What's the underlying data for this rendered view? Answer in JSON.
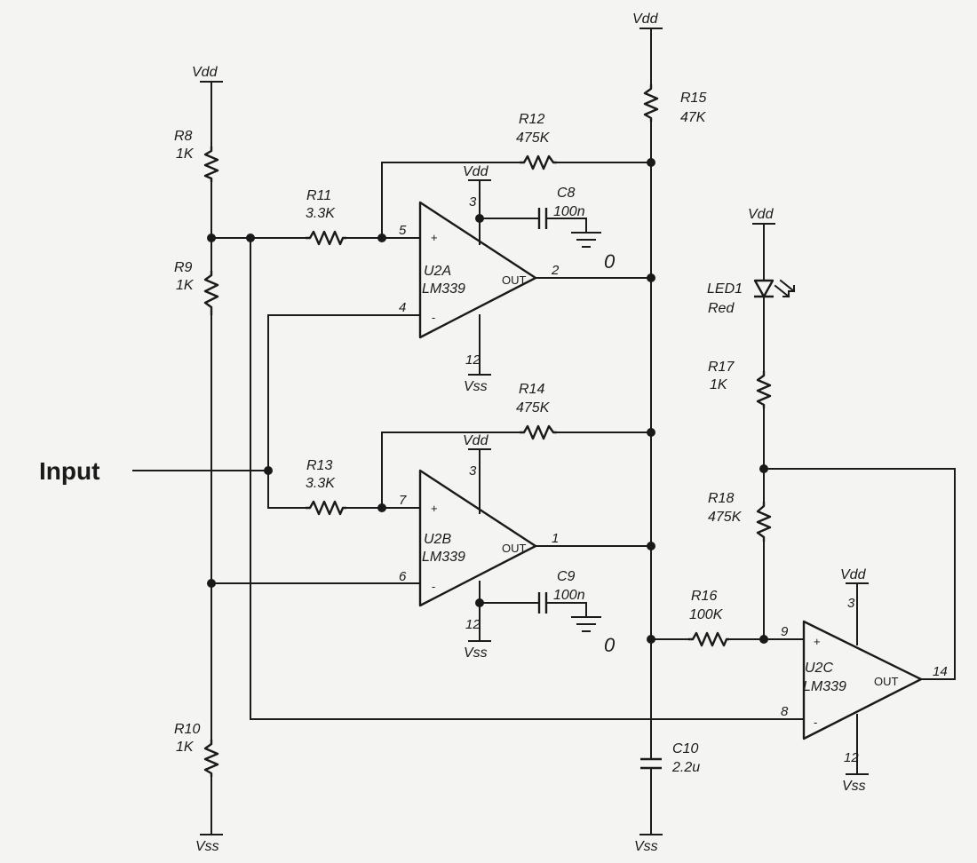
{
  "input_label": "Input",
  "rails": {
    "vdd": "Vdd",
    "vss": "Vss",
    "gnd": "0"
  },
  "resistors": [
    {
      "id": "R8",
      "name": "R8",
      "value": "1K"
    },
    {
      "id": "R9",
      "name": "R9",
      "value": "1K"
    },
    {
      "id": "R10",
      "name": "R10",
      "value": "1K"
    },
    {
      "id": "R11",
      "name": "R11",
      "value": "3.3K"
    },
    {
      "id": "R12",
      "name": "R12",
      "value": "475K"
    },
    {
      "id": "R13",
      "name": "R13",
      "value": "3.3K"
    },
    {
      "id": "R14",
      "name": "R14",
      "value": "475K"
    },
    {
      "id": "R15",
      "name": "R15",
      "value": "47K"
    },
    {
      "id": "R16",
      "name": "R16",
      "value": "100K"
    },
    {
      "id": "R17",
      "name": "R17",
      "value": "1K"
    },
    {
      "id": "R18",
      "name": "R18",
      "value": "475K"
    }
  ],
  "capacitors": [
    {
      "id": "C8",
      "name": "C8",
      "value": "100n"
    },
    {
      "id": "C9",
      "name": "C9",
      "value": "100n"
    },
    {
      "id": "C10",
      "name": "C10",
      "value": "2.2u"
    }
  ],
  "led": {
    "name": "LED1",
    "color": "Red"
  },
  "opamps": [
    {
      "id": "U2A",
      "name": "U2A",
      "part": "LM339",
      "out_label": "OUT",
      "plus": "+",
      "minus": "-",
      "pins": {
        "in_plus": "5",
        "in_minus": "4",
        "out": "2",
        "vplus": "3",
        "vminus": "12"
      }
    },
    {
      "id": "U2B",
      "name": "U2B",
      "part": "LM339",
      "out_label": "OUT",
      "plus": "+",
      "minus": "-",
      "pins": {
        "in_plus": "7",
        "in_minus": "6",
        "out": "1",
        "vplus": "3",
        "vminus": "12"
      }
    },
    {
      "id": "U2C",
      "name": "U2C",
      "part": "LM339",
      "out_label": "OUT",
      "plus": "+",
      "minus": "-",
      "pins": {
        "in_plus": "9",
        "in_minus": "8",
        "out": "14",
        "vplus": "3",
        "vminus": "12"
      }
    }
  ]
}
